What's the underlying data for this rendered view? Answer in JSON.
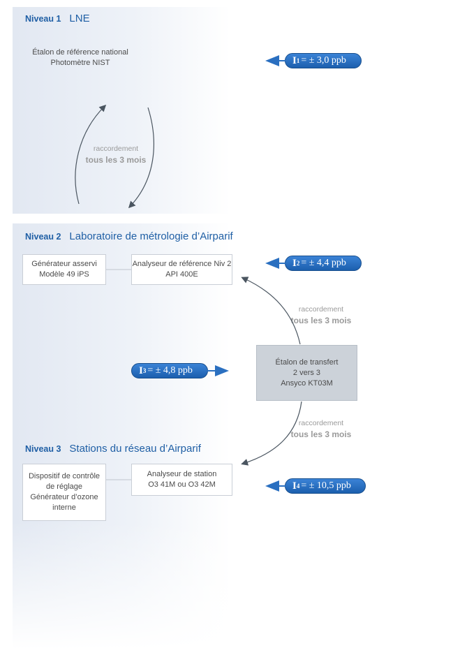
{
  "levels": [
    {
      "label": "Niveau 1",
      "title": "LNE"
    },
    {
      "label": "Niveau 2",
      "title": "Laboratoire de métrologie d’Airparif"
    },
    {
      "label": "Niveau 3",
      "title": "Stations du réseau d’Airparif"
    }
  ],
  "level1": {
    "standard_line1": "Étalon de référence national",
    "standard_line2": "Photomètre NIST"
  },
  "level2": {
    "generator_line1": "Générateur asservi",
    "generator_line2": "Modèle 49 iPS",
    "analyser_line1": "Analyseur de référence Niv 2",
    "analyser_line2": "API 400E"
  },
  "transfer": {
    "line1": "Étalon de transfert",
    "line2": "2 vers 3",
    "line3": "Ansyco KT03M"
  },
  "level3": {
    "device_line1": "Dispositif de contrôle",
    "device_line2": "de réglage",
    "device_line3": "Générateur d’ozone",
    "device_line4": "interne",
    "station_line1": "Analyseur de station",
    "station_line2": "O3 41M ou O3 42M"
  },
  "connections": [
    {
      "line1": "raccordement",
      "line2": "tous les 3 mois"
    },
    {
      "line1": "raccordement",
      "line2": "tous les 3 mois"
    },
    {
      "line1": "raccordement",
      "line2": "tous les 3 mois"
    }
  ],
  "uncertainties": [
    {
      "symbol": "I",
      "index": "1",
      "value": "= ± 3,0 ppb"
    },
    {
      "symbol": "I",
      "index": "2",
      "value": "= ± 4,4 ppb"
    },
    {
      "symbol": "I",
      "index": "3",
      "value": "= ± 4,8 ppb"
    },
    {
      "symbol": "I",
      "index": "4",
      "value": "= ± 10,5 ppb"
    }
  ],
  "colors": {
    "accent": "#1f5fa5",
    "pill": "#2a6fc0",
    "arrow": "#4a5560",
    "panel": "#e2e8f2",
    "transfer_box": "#ccd2d9"
  }
}
